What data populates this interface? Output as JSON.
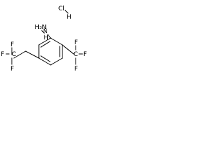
{
  "molecule": {
    "salt": {
      "chlorine": "Cl",
      "hydrogen": "H"
    },
    "hydrazine": {
      "nh2": "H₂N",
      "nh": "H",
      "n": "N"
    },
    "substituent_left": {
      "carbon": "C",
      "fluorine_top": "F",
      "fluorine_left": "F",
      "fluorine_bottom": "F"
    },
    "substituent_right": {
      "carbon": "C",
      "fluorine_top": "F",
      "fluorine_right": "F",
      "fluorine_bottom": "F"
    }
  }
}
